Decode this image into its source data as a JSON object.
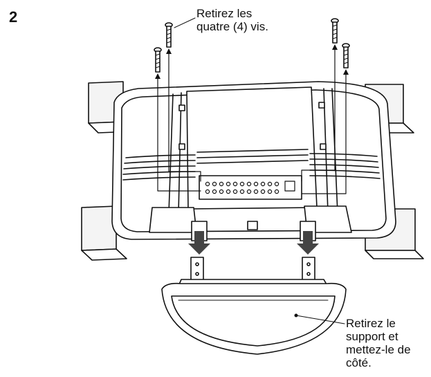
{
  "step": {
    "number": "2"
  },
  "callouts": {
    "screws": {
      "lines": [
        "Retirez les",
        "quatre (4) vis."
      ]
    },
    "stand": {
      "lines": [
        "Retirez le",
        "support et",
        "mettez-le de",
        "côté."
      ]
    }
  },
  "figure": {
    "screw_count": 4,
    "icons": [
      "screw-icon",
      "tv-back-panel",
      "foam-block",
      "stand-base",
      "down-arrow-icon"
    ]
  }
}
